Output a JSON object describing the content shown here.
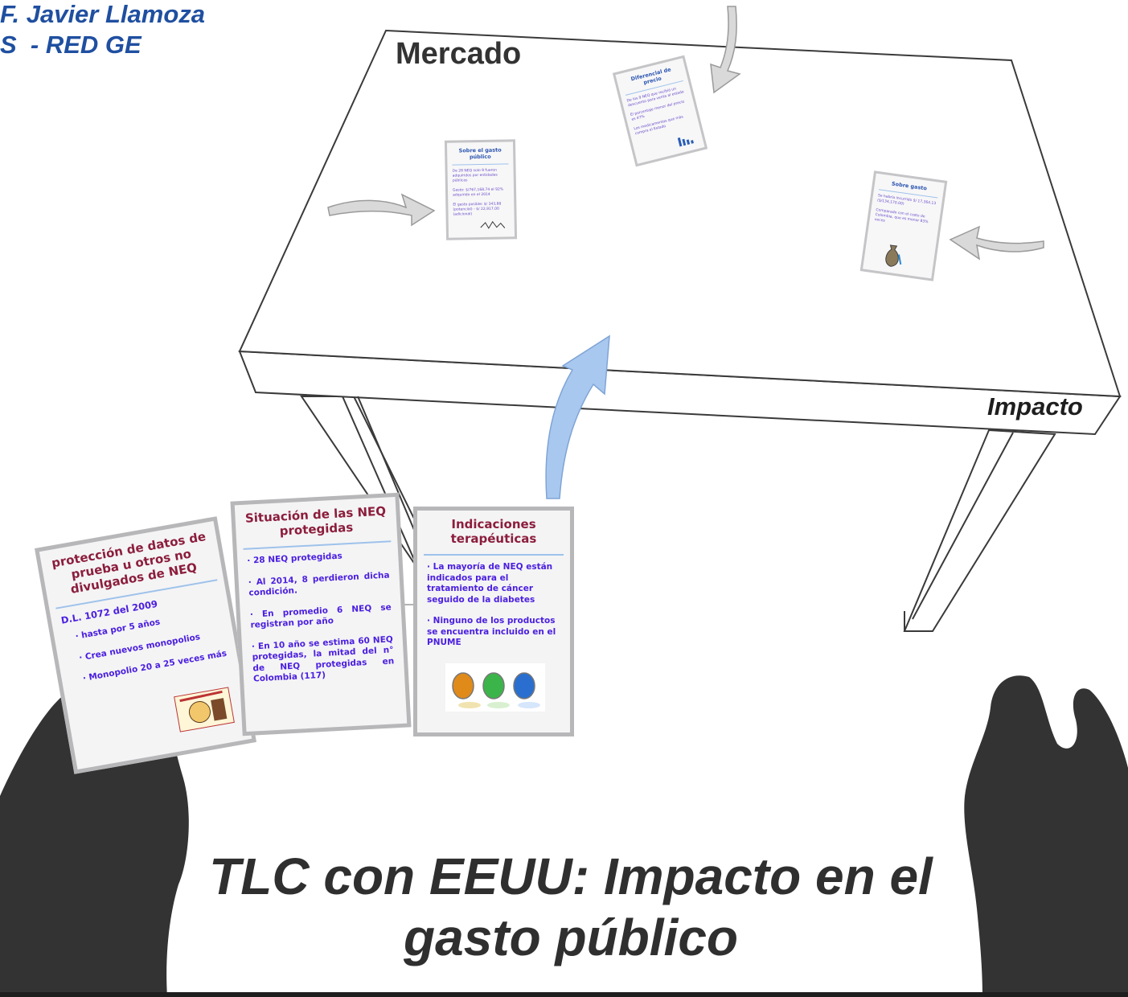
{
  "author": {
    "line1": "F. Javier Llamoza",
    "line2": "S  - RED GE"
  },
  "table": {
    "top_label": "Mercado",
    "front_label": "Impacto"
  },
  "top_cards": [
    {
      "title": "Sobre el gasto público",
      "lines": [
        "De 28 NEQ solo 9 fueron adquiridos por entidades públicas",
        "Gasto: $/767,168.74 el 92% adquirido en el 2014",
        "El gasto posible: $/ 343,88 (potencial) - $/ 22,917.00 (adicional)"
      ]
    },
    {
      "title": "Diferencial de precio",
      "lines": [
        "De los 9 NEQ que recibió un descuento para venta al estado",
        "El porcentaje menor del precio es 47%",
        "Los medicamentos que más compra el Estado"
      ]
    },
    {
      "title": "Sobre gasto",
      "lines": [
        "Se habría incurrido $/ 17,364.13 ($/134,170.00)",
        "Comparado con el costo de Colombia, que es menor 83% veces"
      ]
    }
  ],
  "cards": [
    {
      "title": "protección de datos de prueba u otros no divulgados de NEQ",
      "subtitle": "D.L. 1072  del 2009",
      "items": [
        "hasta por 5 años",
        "Crea nuevos monopolios",
        "Monopolio 20 a 25 veces más"
      ],
      "icon": "monopoly-cartoon-icon"
    },
    {
      "title": "Situación de las NEQ protegidas",
      "items": [
        "28 NEQ protegidas",
        "Al 2014, 8 perdieron dicha condición.",
        "En promedio 6 NEQ se registran por año",
        "En 10 año se estima 60 NEQ protegidas, la mitad del n° de NEQ protegidas en Colombia (117)"
      ]
    },
    {
      "title": "Indicaciones terapéuticas",
      "items": [
        "La mayoría de NEQ están indicados para el tratamiento de cáncer seguido de la diabetes",
        "Ninguno de los productos se encuentra incluido en el PNUME"
      ],
      "icon": "pill-bottles-icon"
    }
  ],
  "title": {
    "line1": "TLC con EEUU: Impacto en el",
    "line2": "gasto público"
  },
  "colors": {
    "accent": "#1f4fa0",
    "card_title": "#8c1d3c",
    "card_text": "#4b1fe0",
    "arrow_blue": "#a9c8ef",
    "hand": "#333333"
  }
}
